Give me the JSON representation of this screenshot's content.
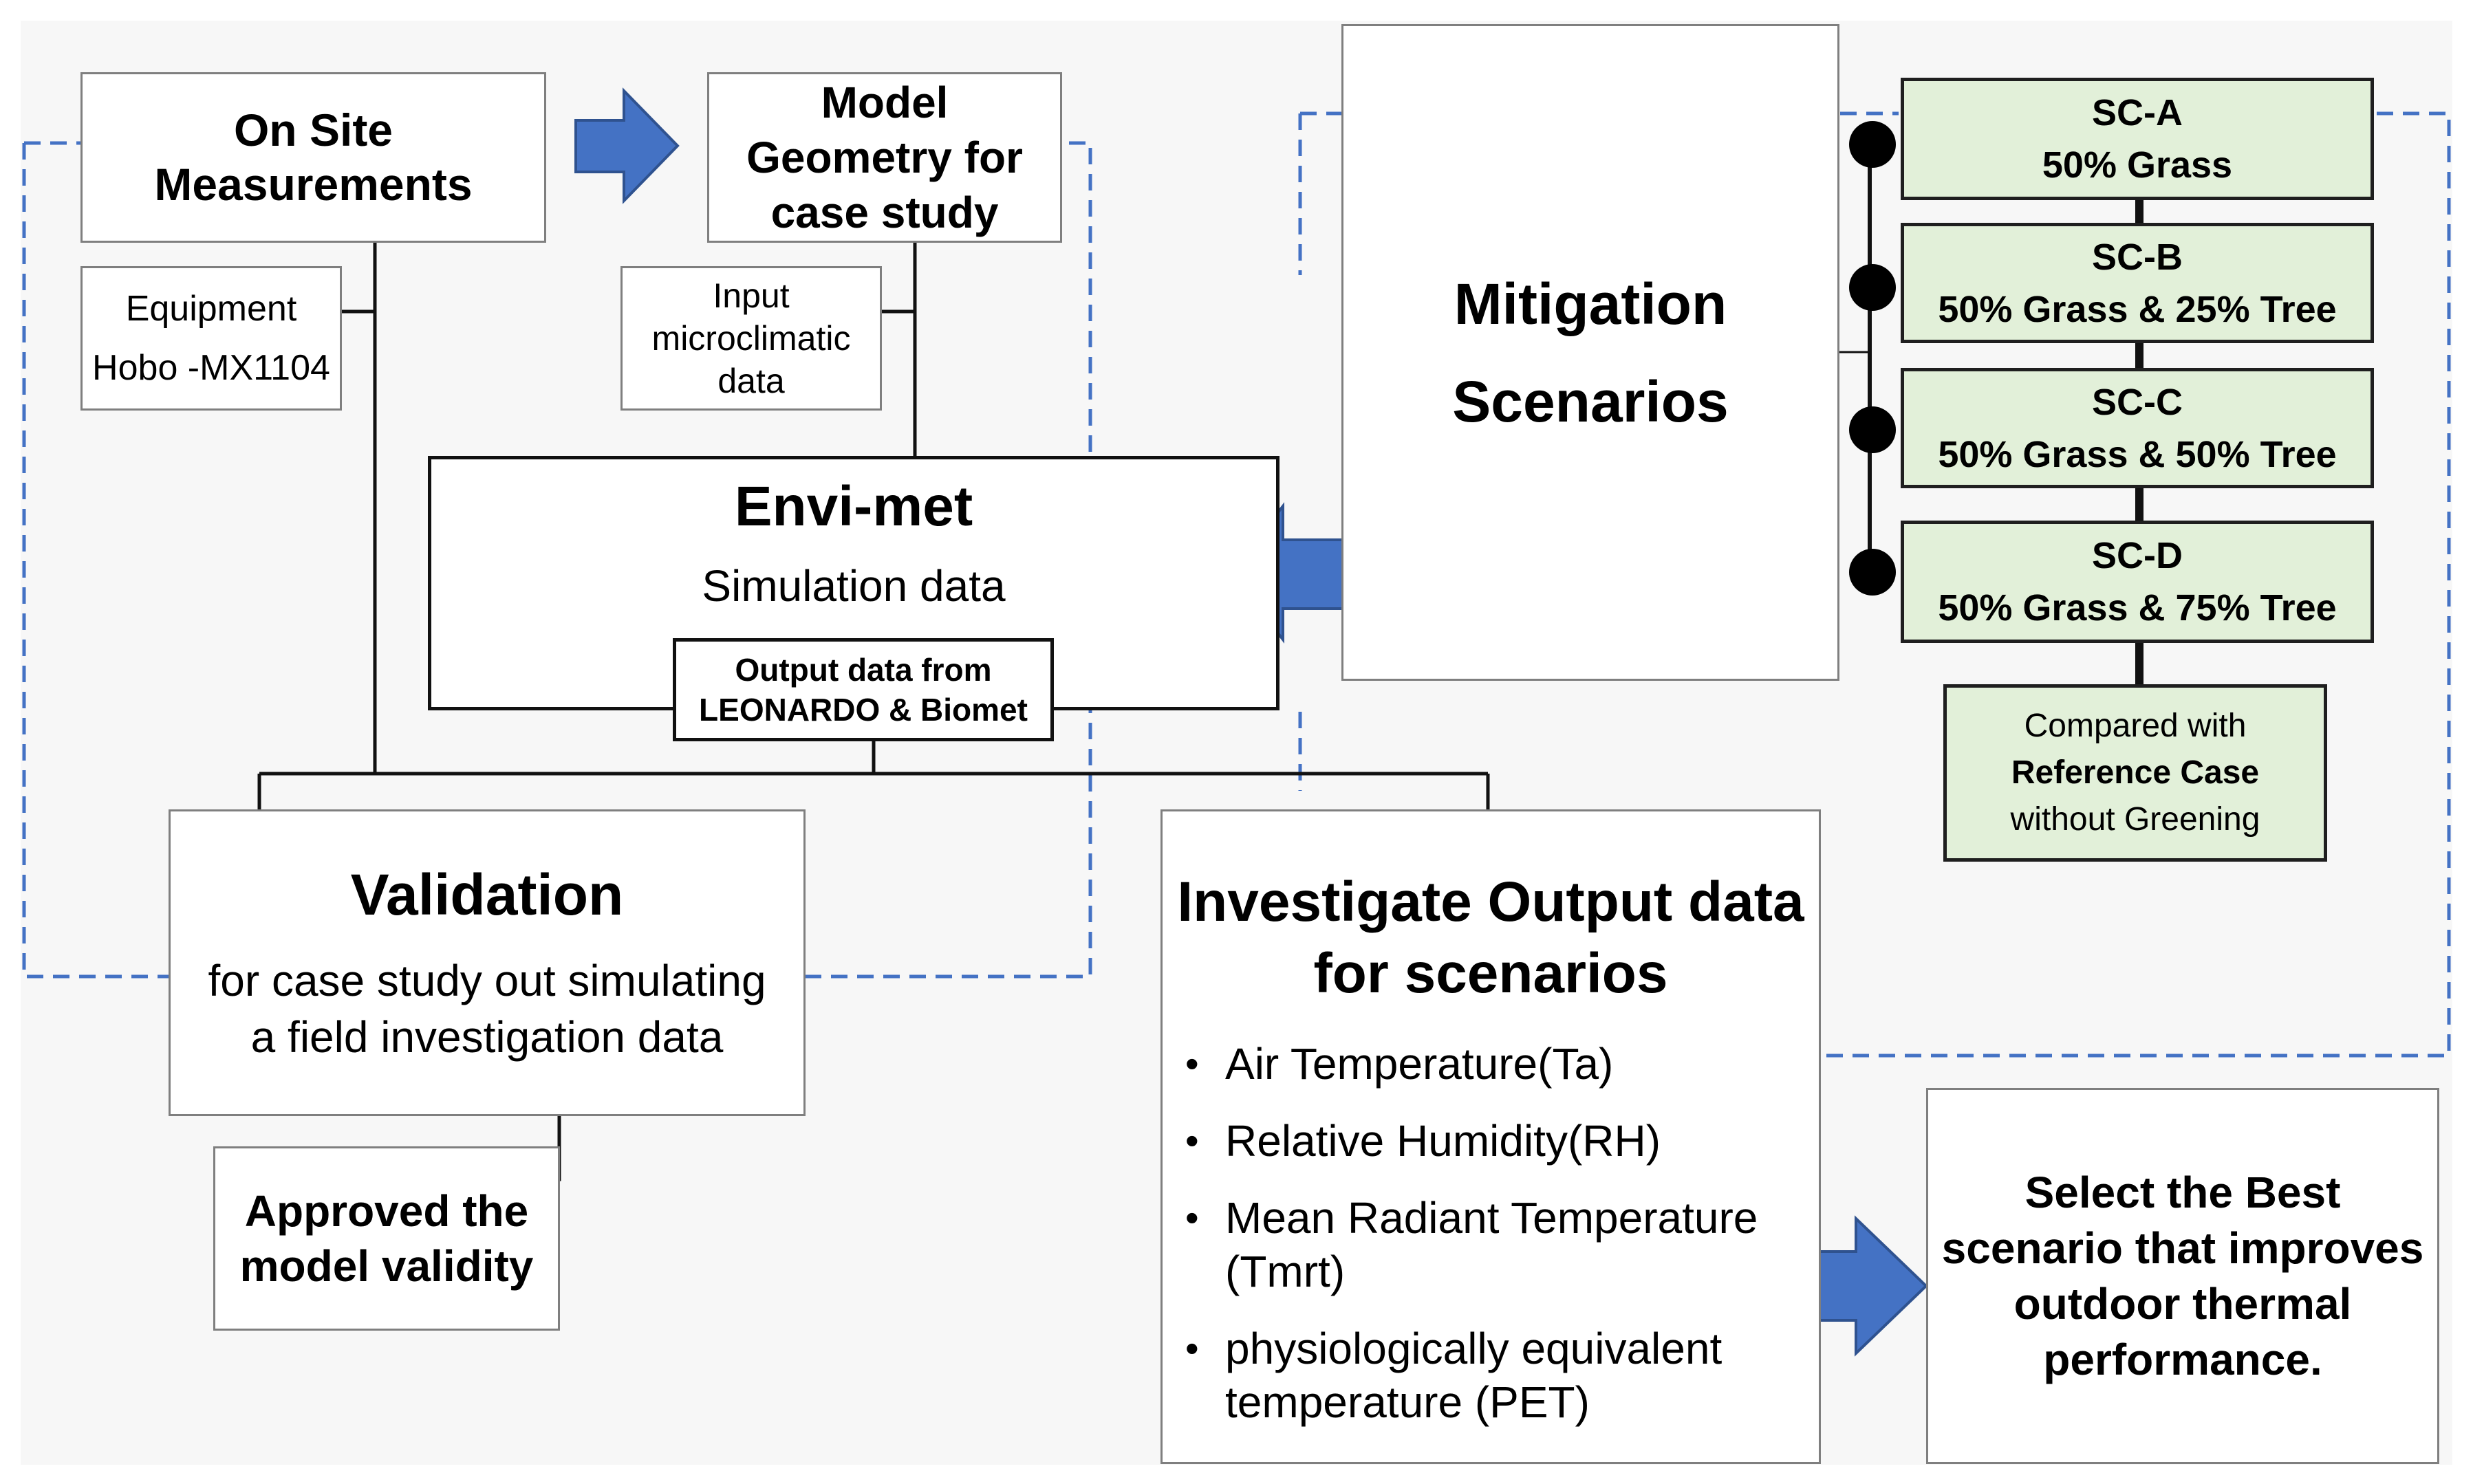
{
  "title": "",
  "nodes": {
    "on_site": "On Site Measurements",
    "equipment_line1": "Equipment",
    "equipment_line2": "Hobo -MX1104",
    "model_geometry": "Model Geometry for case study",
    "input_data": "Input microclimatic data",
    "envimet_title": "Envi-met",
    "envimet_sub": "Simulation data",
    "output_line1": "Output data from",
    "output_line2": "LEONARDO & Biomet",
    "mitigation_line1": "Mitigation",
    "mitigation_line2": "Scenarios",
    "validation_title": "Validation",
    "validation_line1": "for case study out simulating",
    "validation_line2": "a field investigation data",
    "approved": "Approved the model validity",
    "investigate_line1": "Investigate Output data",
    "investigate_line2": "for scenarios",
    "select_best": "Select the Best scenario that improves outdoor thermal performance."
  },
  "scenarios": [
    {
      "code": "SC-A",
      "desc": "50% Grass"
    },
    {
      "code": "SC-B",
      "desc": "50% Grass & 25% Tree"
    },
    {
      "code": "SC-C",
      "desc": "50% Grass & 50% Tree"
    },
    {
      "code": "SC-D",
      "desc": "50% Grass & 75% Tree"
    }
  ],
  "reference": {
    "line1": "Compared with",
    "line2": "Reference Case",
    "line3": "without Greening"
  },
  "outputs": [
    "Air Temperature(Ta)",
    "Relative Humidity(RH)",
    "Mean Radiant Temperature (Tmrt)",
    "physiologically equivalent temperature (PET)"
  ],
  "colors": {
    "arrow_fill": "#4472c4",
    "arrow_stroke": "#2f528f",
    "dashed": "#4472c4",
    "scenario_fill": "#e2f0d9",
    "panel_bg": "#f7f7f7"
  }
}
